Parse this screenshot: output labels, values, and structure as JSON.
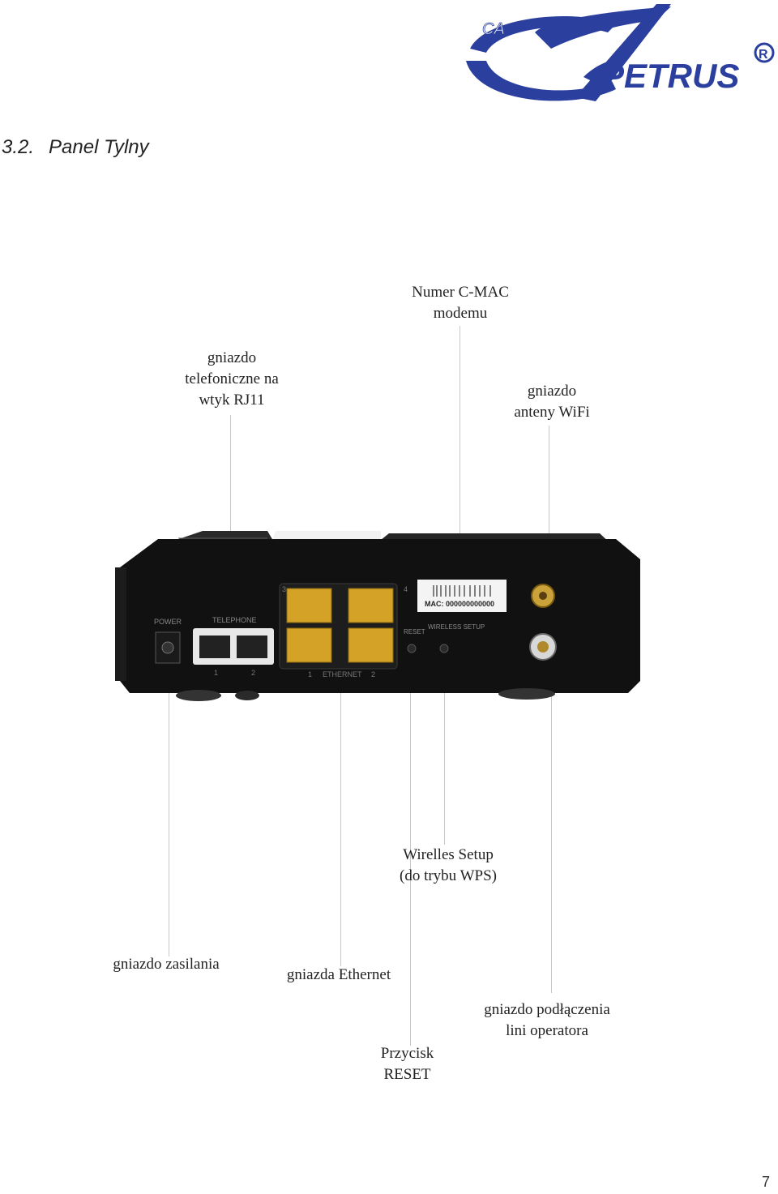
{
  "logo": {
    "small_text": "CA",
    "brand_text": "PETRUS",
    "registered_mark": "R",
    "color": "#2b3f9e"
  },
  "heading": {
    "number": "3.2.",
    "title": "Panel Tylny"
  },
  "device_panel_text": {
    "power": "POWER",
    "telephone": "TELEPHONE",
    "tel_port_1": "1",
    "tel_port_2": "2",
    "ethernet": "ETHERNET",
    "eth_port_1": "1",
    "eth_port_2": "2",
    "eth_port_3": "3",
    "eth_port_4": "4",
    "reset": "RESET",
    "wireless_setup": "WIRELESS SETUP",
    "mac_label": "MAC: 000000000000"
  },
  "labels": {
    "cmac": "Numer C-MAC\nmodemu",
    "telephone_socket": "gniazdo\ntelefoniczne na\nwtyk RJ11",
    "wifi_antenna": "gniazdo\nanteny WiFi",
    "wireless_setup": "Wirelles Setup\n(do trybu WPS)",
    "power_socket": "gniazdo zasilania",
    "ethernet_sockets": "gniazda Ethernet",
    "operator_socket": "gniazdo podłączenia\nlini operatora",
    "reset_button": "Przycisk\nRESET"
  },
  "page_number": "7"
}
